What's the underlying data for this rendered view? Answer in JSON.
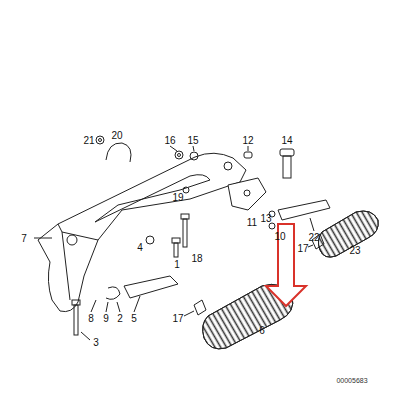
{
  "diagram": {
    "labels": [
      "21",
      "20",
      "16",
      "15",
      "12",
      "14",
      "7",
      "19",
      "11",
      "13",
      "10",
      "22",
      "18",
      "4",
      "1",
      "17",
      "23",
      "9",
      "8",
      "2",
      "5",
      "3",
      "17",
      "6",
      "00005683"
    ]
  }
}
